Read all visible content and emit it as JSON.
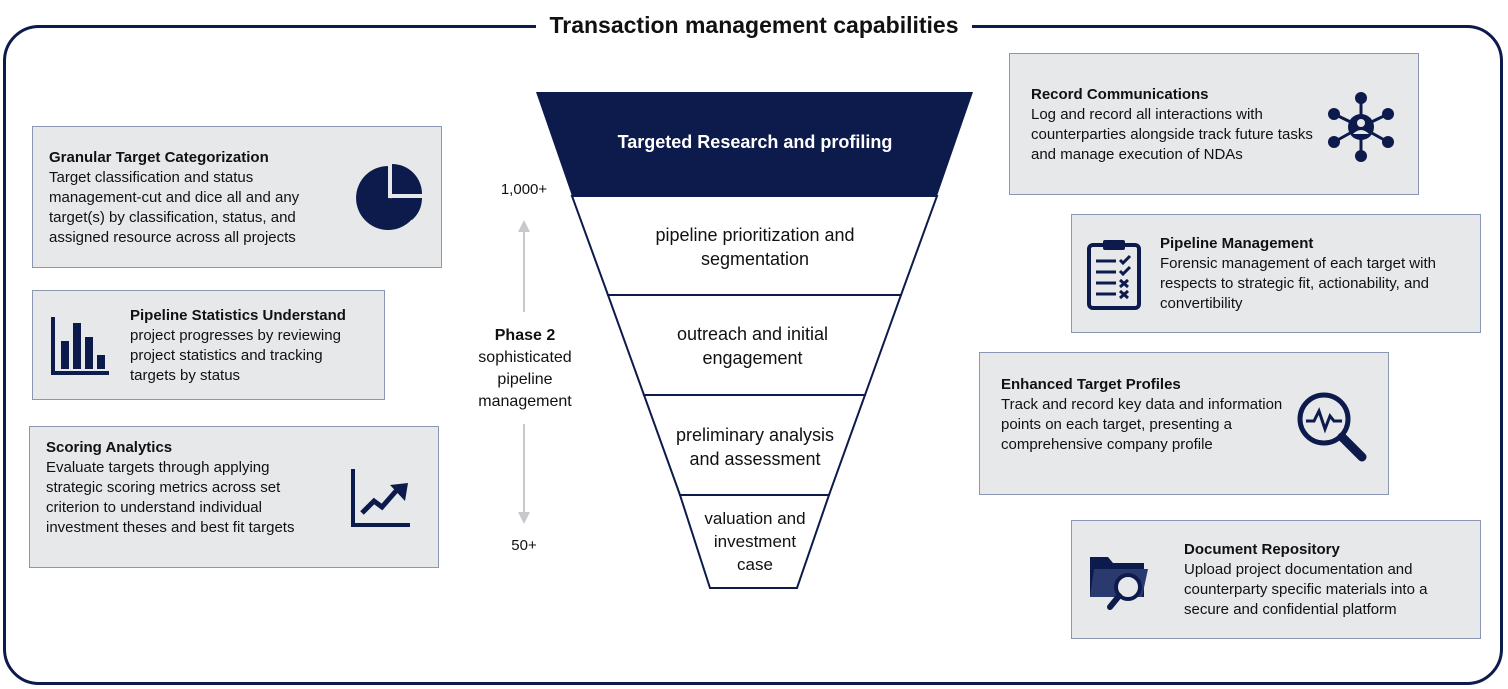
{
  "title": "Transaction management capabilities",
  "left_cards": [
    {
      "title": "Granular Target Categorization",
      "text": "Target classification and status management-cut and dice all and any target(s) by classification, status, and assigned resource across all projects",
      "icon": "pie-chart-icon"
    },
    {
      "title": "Pipeline Statistics Understand",
      "text": "project progresses by reviewing project statistics and tracking targets by status",
      "icon": "bar-chart-icon"
    },
    {
      "title": "Scoring Analytics",
      "text": "Evaluate targets through applying strategic scoring metrics across set criterion to understand individual investment theses and best fit targets",
      "icon": "trend-chart-icon"
    }
  ],
  "right_cards": [
    {
      "title": "Record Communications",
      "text": "Log and record all interactions with counterparties alongside track future tasks and manage execution of NDAs",
      "icon": "network-icon"
    },
    {
      "title": "Pipeline Management",
      "text": "Forensic management of each target with respects to strategic fit, actionability, and convertibility",
      "icon": "clipboard-checklist-icon"
    },
    {
      "title": "Enhanced Target Profiles",
      "text": "Track and record key data and information points on each target, presenting a comprehensive company profile",
      "icon": "magnifier-pulse-icon"
    },
    {
      "title": "Document Repository",
      "text": "Upload project documentation and counterparty specific materials into a secure and confidential platform",
      "icon": "folder-search-icon"
    }
  ],
  "funnel": {
    "stages": [
      {
        "lines": [
          "Targeted Research and profiling"
        ]
      },
      {
        "lines": [
          "pipeline prioritization and",
          "segmentation"
        ]
      },
      {
        "lines": [
          "outreach and initial",
          "engagement"
        ]
      },
      {
        "lines": [
          "preliminary analysis",
          "and assessment"
        ]
      },
      {
        "lines": [
          "valuation and",
          "investment",
          "case"
        ]
      }
    ]
  },
  "phase": {
    "top_count": "1,000+",
    "bottom_count": "50+",
    "name": "Phase 2",
    "desc_lines": [
      "sophisticated",
      "pipeline",
      "management"
    ]
  },
  "colors": {
    "navy": "#0d1b4c",
    "card_bg": "#e7e8ea",
    "card_border": "#8a96b4",
    "arrow": "#c8c8cc"
  }
}
